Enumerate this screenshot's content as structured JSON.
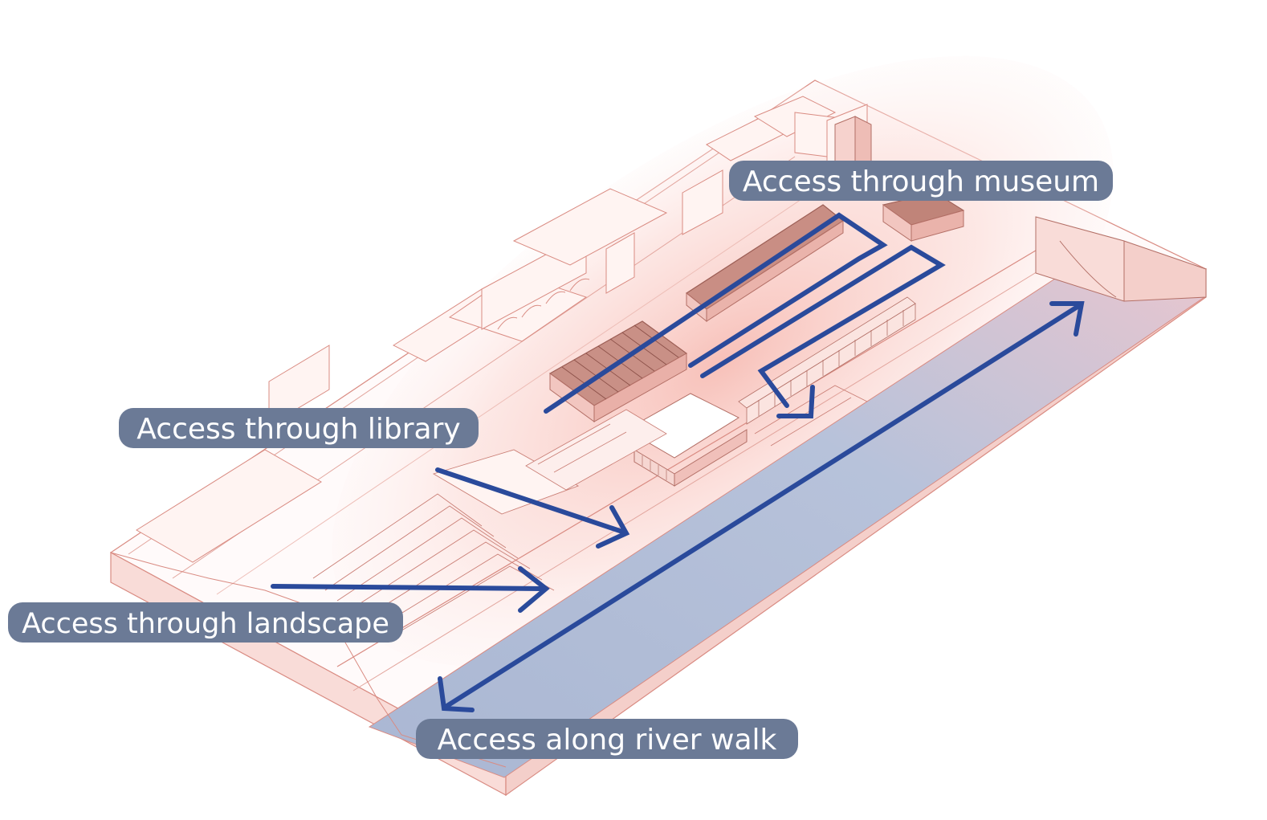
{
  "labels": {
    "museum": "Access through museum",
    "library": "Access through library",
    "landscape": "Access through landscape",
    "river": "Access along river walk"
  },
  "colors": {
    "arrow": "#2a4a9b",
    "label_bg": "#6b7a96",
    "label_text": "#ffffff",
    "model_line": "#d98b82",
    "model_fill": "#fbe6e3",
    "water": "#b3bfd8"
  }
}
